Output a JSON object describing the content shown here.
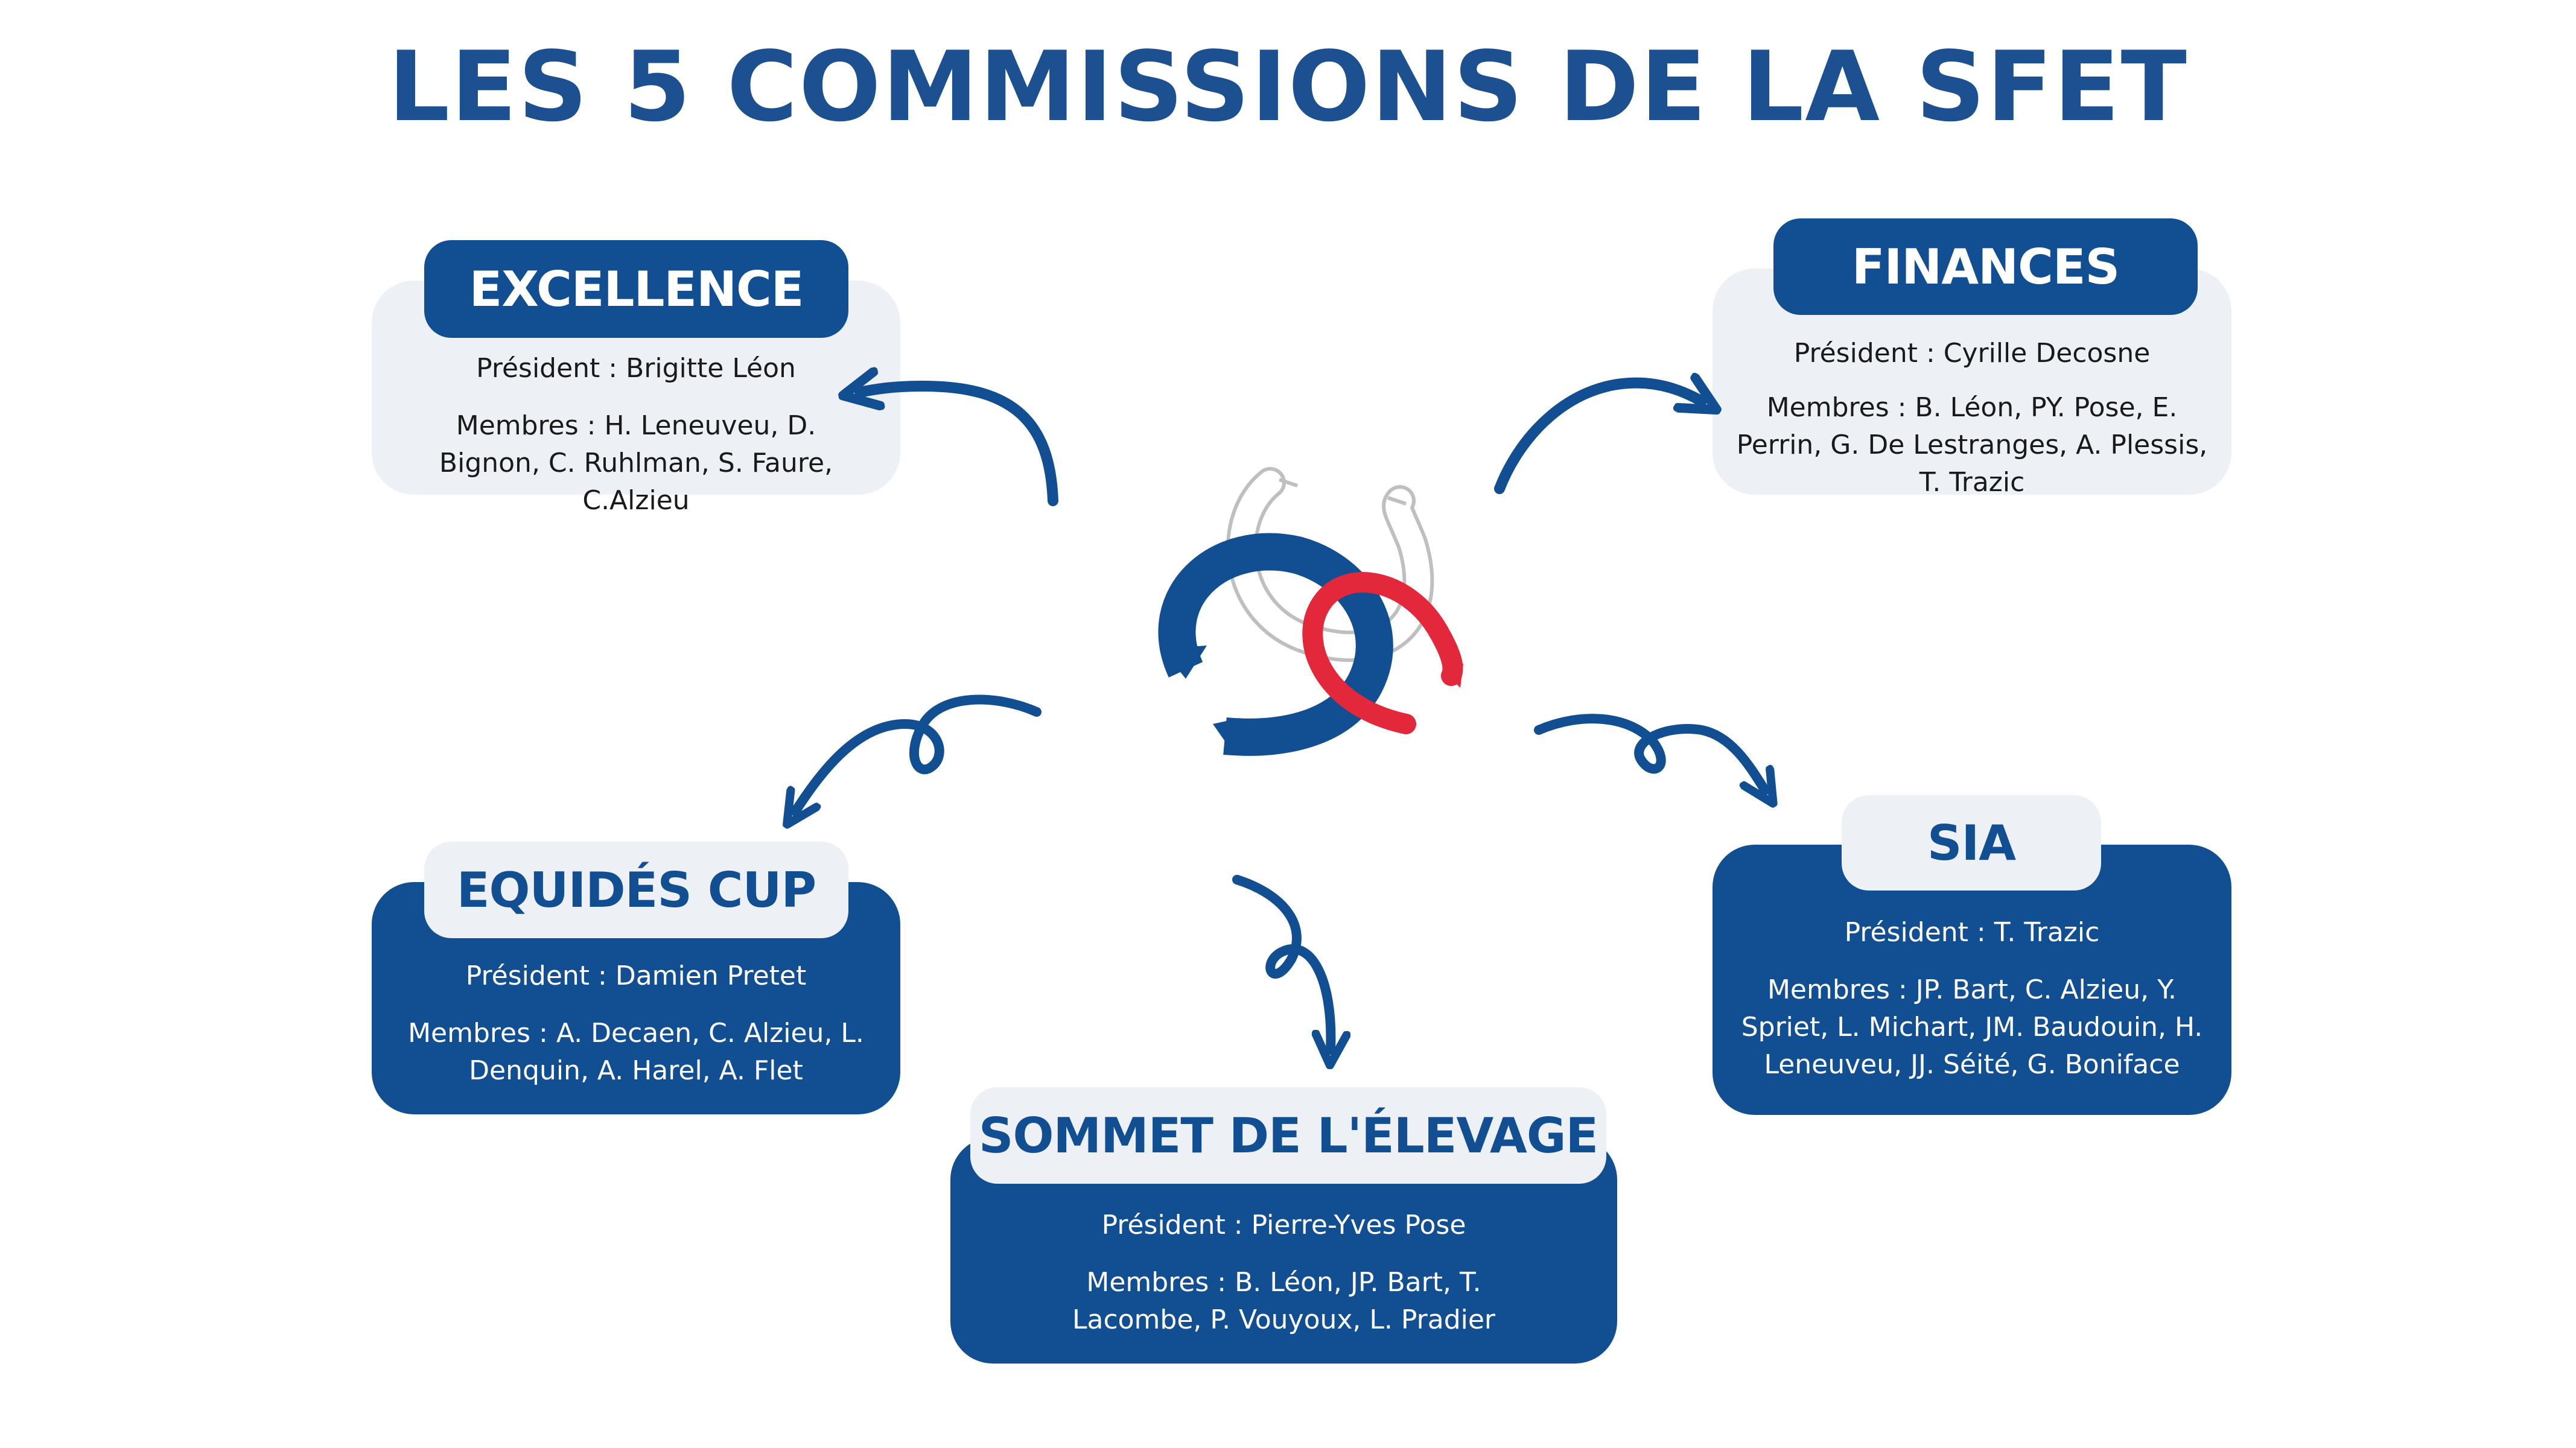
{
  "title": "LES 5 COMMISSIONS DE LA SFET",
  "colors": {
    "navy": "#124e92",
    "title_blue": "#1d5091",
    "light_card": "#edf0f4",
    "red": "#e3283c"
  },
  "commissions": {
    "excellence": {
      "name": "EXCELLENCE",
      "president": "Président : Brigitte Léon",
      "members": "Membres : H. Leneuveu, D. Bignon, C. Ruhlman, S. Faure, C.Alzieu"
    },
    "finances": {
      "name": "FINANCES",
      "president": "Président : Cyrille Decosne",
      "members": "Membres : B. Léon, PY. Pose, E. Perrin, G. De Lestranges, A. Plessis, T. Trazic"
    },
    "equides_cup": {
      "name": "EQUIDÉS CUP",
      "president": "Président : Damien Pretet",
      "members": "Membres : A. Decaen, C. Alzieu, L. Denquin, A. Harel, A. Flet"
    },
    "sommet": {
      "name": "SOMMET DE L'ÉLEVAGE",
      "president": "Président : Pierre-Yves Pose",
      "members": "Membres : B. Léon, JP. Bart, T. Lacombe, P. Vouyoux, L. Pradier"
    },
    "sia": {
      "name": "SIA",
      "president": "Président : T. Trazic",
      "members": "Membres : JP. Bart, C. Alzieu, Y. Spriet, L. Michart, JM. Baudouin, H. Leneuveu, JJ. Séité, G. Boniface"
    }
  },
  "icons": {
    "logo": "horseshoes-logo",
    "arrows": "curved-arrow-icon"
  }
}
